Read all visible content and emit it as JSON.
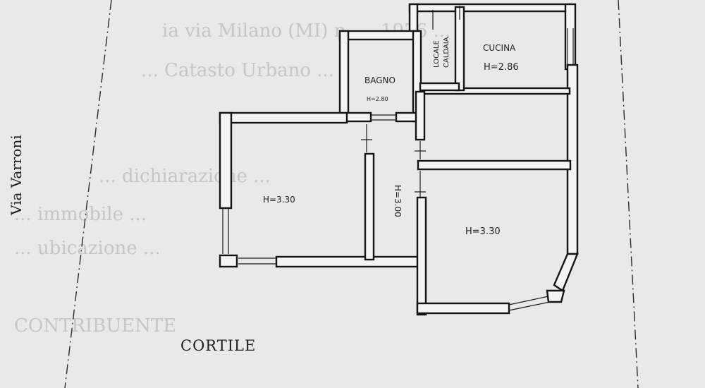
{
  "plan": {
    "street_label": "Via Varroni",
    "courtyard_label": "CORTILE",
    "rooms": {
      "bathroom": {
        "name": "BAGNO",
        "height": "H=2.80"
      },
      "boiler_room": {
        "name_line1": "LOCALE",
        "name_line2": "CALDAIA"
      },
      "kitchen": {
        "name": "CUCINA",
        "height": "H=2.86"
      },
      "room_left": {
        "height": "H=3.30"
      },
      "hallway": {
        "height": "H=3.00"
      },
      "room_right": {
        "height": "H=3.30"
      }
    }
  },
  "colors": {
    "paper": "#e9e9e6",
    "wall_fill": "#f4f4f2",
    "ink": "#151515"
  }
}
